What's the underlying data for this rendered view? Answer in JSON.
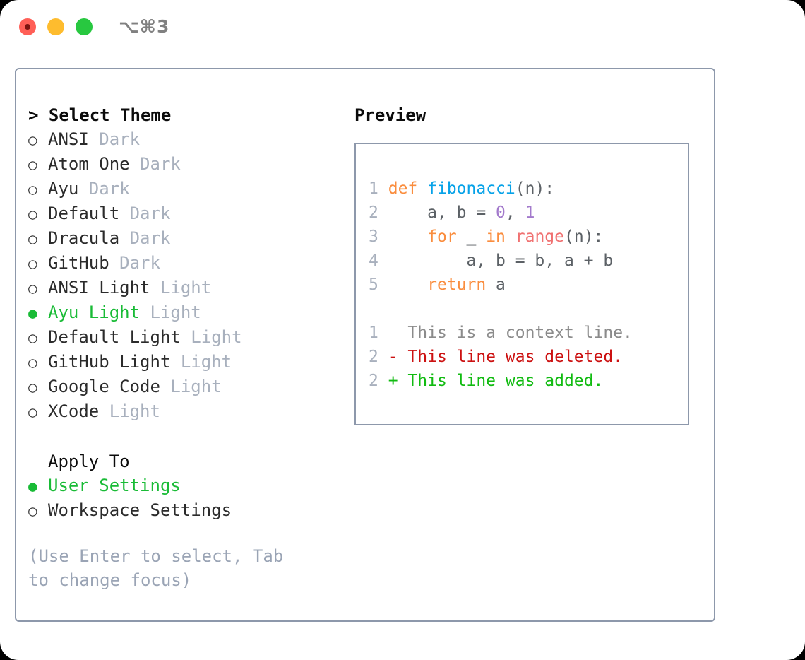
{
  "titlebar": {
    "shortcut": "⌥⌘3",
    "buttons": [
      {
        "name": "close",
        "color": "#ff5f57"
      },
      {
        "name": "minimize",
        "color": "#febc2e"
      },
      {
        "name": "zoom",
        "color": "#28c840"
      }
    ]
  },
  "theme_picker": {
    "heading": "> Select Theme",
    "marker_unselected": "○",
    "marker_selected": "●",
    "items": [
      {
        "label": "ANSI",
        "tag": " Dark",
        "selected": false
      },
      {
        "label": "Atom One",
        "tag": " Dark",
        "selected": false
      },
      {
        "label": "Ayu",
        "tag": " Dark",
        "selected": false
      },
      {
        "label": "Default",
        "tag": " Dark",
        "selected": false
      },
      {
        "label": "Dracula",
        "tag": " Dark",
        "selected": false
      },
      {
        "label": "GitHub",
        "tag": " Dark",
        "selected": false
      },
      {
        "label": "ANSI Light",
        "tag": " Light",
        "selected": false
      },
      {
        "label": "Ayu Light",
        "tag": " Light",
        "selected": true
      },
      {
        "label": "Default Light",
        "tag": " Light",
        "selected": false
      },
      {
        "label": "GitHub Light",
        "tag": " Light",
        "selected": false
      },
      {
        "label": "Google Code",
        "tag": " Light",
        "selected": false
      },
      {
        "label": "XCode",
        "tag": " Light",
        "selected": false
      }
    ]
  },
  "apply_to": {
    "heading": "Apply To",
    "items": [
      {
        "label": "User Settings",
        "selected": true
      },
      {
        "label": "Workspace Settings",
        "selected": false
      }
    ]
  },
  "hint": "(Use Enter to select, Tab to change focus)",
  "preview": {
    "title": "Preview",
    "code": [
      {
        "lineno": "1",
        "tokens": [
          {
            "t": "def",
            "c": "kw"
          },
          {
            "t": " ",
            "c": "plain-code"
          },
          {
            "t": "fibonacci",
            "c": "fn"
          },
          {
            "t": "(n):",
            "c": "plain-code"
          }
        ]
      },
      {
        "lineno": "2",
        "tokens": [
          {
            "t": "    a, b = ",
            "c": "plain-code"
          },
          {
            "t": "0",
            "c": "num"
          },
          {
            "t": ", ",
            "c": "plain-code"
          },
          {
            "t": "1",
            "c": "num"
          }
        ]
      },
      {
        "lineno": "3",
        "tokens": [
          {
            "t": "    ",
            "c": "plain-code"
          },
          {
            "t": "for",
            "c": "kw"
          },
          {
            "t": " _ ",
            "c": "plain-code"
          },
          {
            "t": "in",
            "c": "kw"
          },
          {
            "t": " ",
            "c": "plain-code"
          },
          {
            "t": "range",
            "c": "call"
          },
          {
            "t": "(n):",
            "c": "plain-code"
          }
        ]
      },
      {
        "lineno": "4",
        "tokens": [
          {
            "t": "        a, b = b, a + b",
            "c": "plain-code"
          }
        ]
      },
      {
        "lineno": "5",
        "tokens": [
          {
            "t": "    ",
            "c": "plain-code"
          },
          {
            "t": "return",
            "c": "kw"
          },
          {
            "t": " a",
            "c": "plain-code"
          }
        ]
      }
    ],
    "diff": [
      {
        "lineno": "1",
        "sign": "  ",
        "text": "This is a context line.",
        "kind": "diff-ctx"
      },
      {
        "lineno": "2",
        "sign": "- ",
        "text": "This line was deleted.",
        "kind": "diff-del"
      },
      {
        "lineno": "2",
        "sign": "+ ",
        "text": "This line was added.",
        "kind": "diff-add"
      }
    ]
  },
  "colors": {
    "keyword": "#fa8d3e",
    "function": "#06a2e8",
    "number": "#a37acc",
    "call": "#f07171",
    "selected": "#19bb36",
    "muted": "#a8b0bd",
    "border": "#8d98ab",
    "diff_add": "#11bb11",
    "diff_del": "#cc1111"
  }
}
